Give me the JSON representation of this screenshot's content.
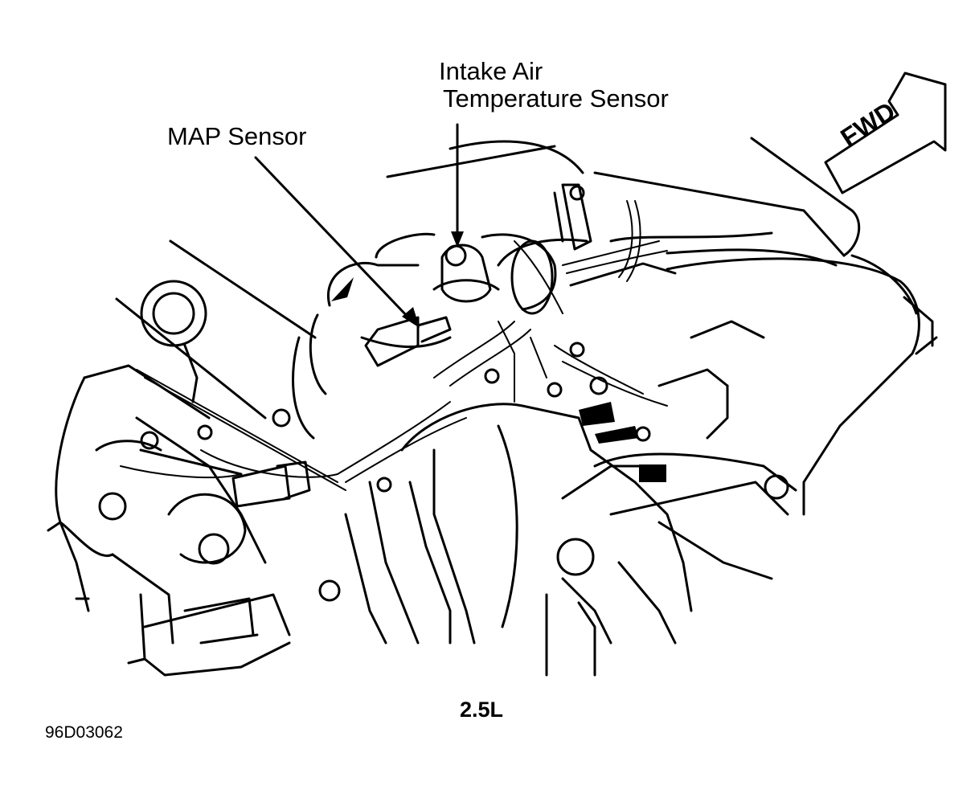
{
  "labels": {
    "iat_line1": "Intake Air",
    "iat_line2": "Temperature Sensor",
    "map_sensor": "MAP Sensor",
    "fwd": "FWD",
    "engine": "2.5L",
    "figure_id": "96D03062"
  },
  "colors": {
    "ink": "#000000",
    "paper": "#ffffff"
  }
}
